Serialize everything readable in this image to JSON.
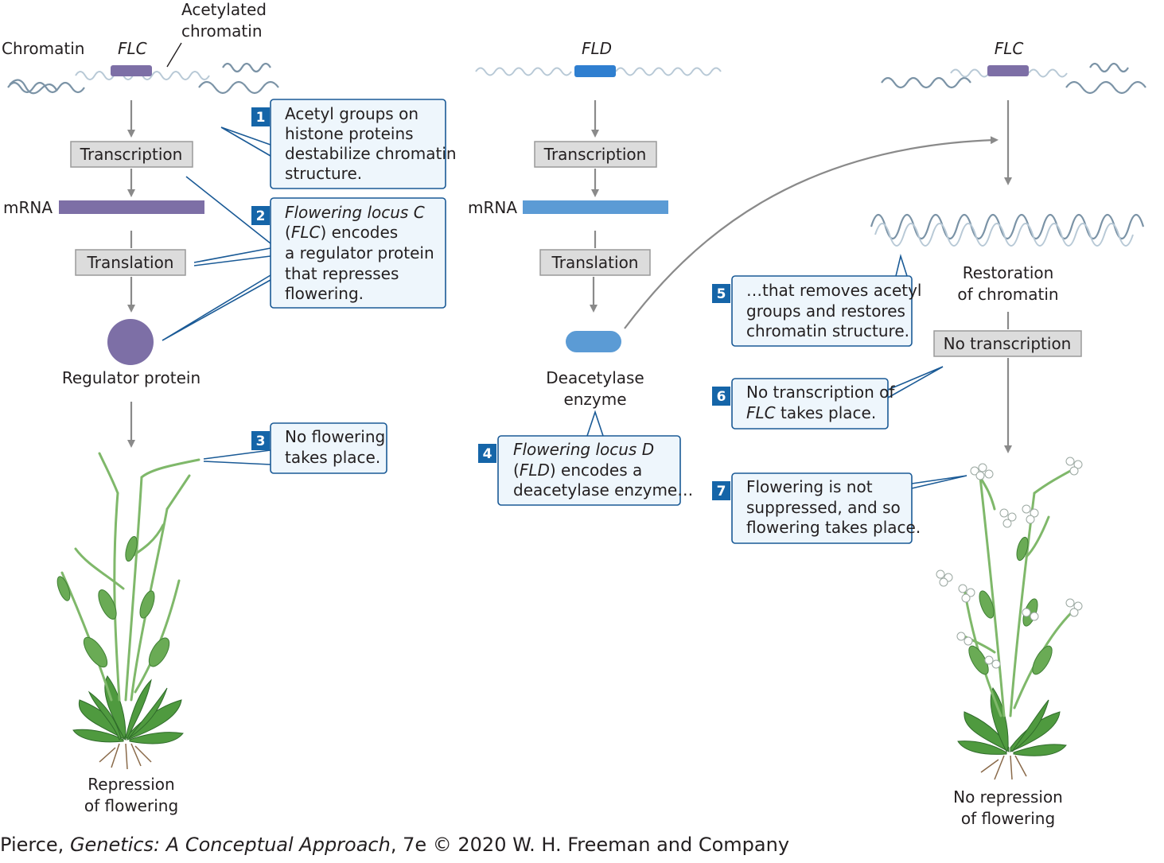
{
  "left": {
    "chromatin_label": "Chromatin",
    "gene_label": "FLC",
    "acetylated_label_1": "Acetylated",
    "acetylated_label_2": "chromatin",
    "transcription": "Transcription",
    "mrna": "mRNA",
    "translation": "Translation",
    "protein_label": "Regulator protein",
    "result_1": "Repression",
    "result_2": "of flowering"
  },
  "middle": {
    "gene_label": "FLD",
    "transcription": "Transcription",
    "mrna": "mRNA",
    "translation": "Translation",
    "enzyme_1": "Deacetylase",
    "enzyme_2": "enzyme"
  },
  "right": {
    "gene_label": "FLC",
    "restoration_1": "Restoration",
    "restoration_2": "of chromatin",
    "no_transcription": "No transcription",
    "result_1": "No repression",
    "result_2": "of flowering"
  },
  "callouts": {
    "c1": {
      "num": "1",
      "l1": "Acetyl groups on",
      "l2": "histone proteins",
      "l3": "destabilize chromatin",
      "l4": "structure."
    },
    "c2": {
      "num": "2",
      "l1": "Flowering locus C",
      "l2a": "(",
      "l2b": "FLC",
      "l2c": ") encodes",
      "l3": "a regulator protein",
      "l4": "that represses",
      "l5": "flowering."
    },
    "c3": {
      "num": "3",
      "l1": "No flowering",
      "l2": "takes place."
    },
    "c4": {
      "num": "4",
      "l1": "Flowering locus D",
      "l2a": "(",
      "l2b": "FLD",
      "l2c": ") encodes a",
      "l3": "deacetylase enzyme…"
    },
    "c5": {
      "num": "5",
      "l1": "…that removes acetyl",
      "l2": "groups and restores",
      "l3": "chromatin structure."
    },
    "c6": {
      "num": "6",
      "l1": "No transcription of",
      "l2a": "FLC",
      "l2b": " takes place."
    },
    "c7": {
      "num": "7",
      "l1": "Flowering is not",
      "l2": "suppressed, and so",
      "l3": "flowering takes place."
    }
  },
  "caption": {
    "author": "Pierce, ",
    "title": "Genetics: A Conceptual Approach",
    "rest": ", 7e © 2020 W. H. Freeman and Company"
  },
  "colors": {
    "flc_purple": "#7d6fa6",
    "fld_blue": "#5b9bd5",
    "callout_border": "#1a5a96",
    "badge": "#1565a8",
    "step_box": "#dcdcdc",
    "arrow": "#8a8a8a",
    "plant_green": "#5aa34a"
  }
}
